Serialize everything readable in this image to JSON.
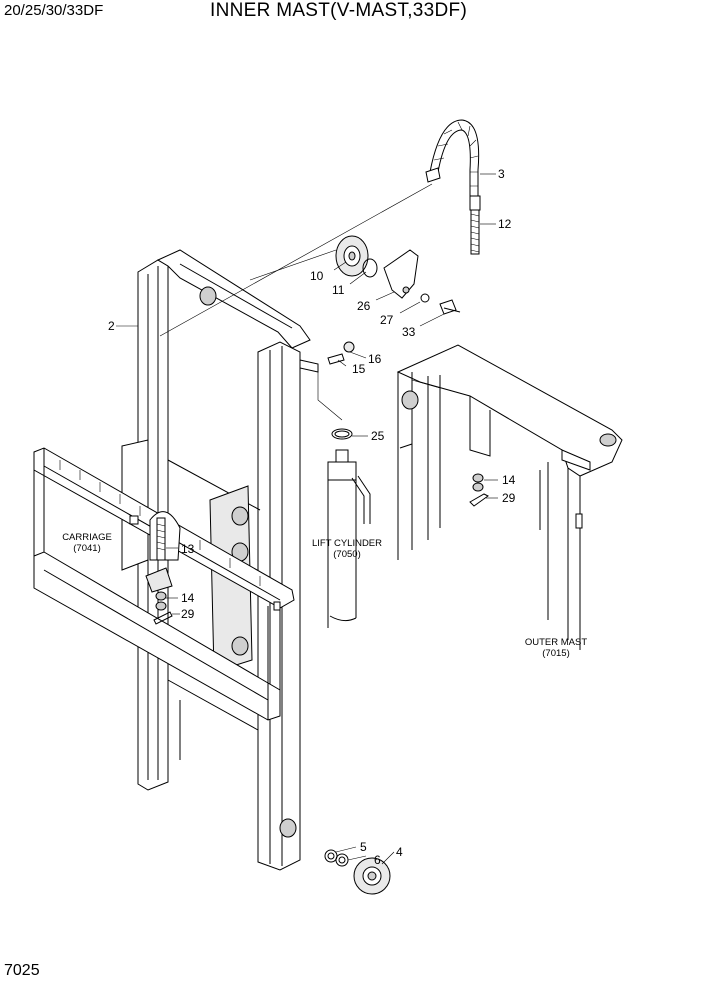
{
  "header": {
    "model": "20/25/30/33DF",
    "title": "INNER MAST(V-MAST,33DF)"
  },
  "page_number": "7025",
  "callouts": {
    "c3": "3",
    "c12": "12",
    "c10": "10",
    "c11": "11",
    "c26": "26",
    "c27": "27",
    "c33": "33",
    "c2": "2",
    "c16": "16",
    "c15": "15",
    "c25": "25",
    "c14a": "14",
    "c29a": "29",
    "c13": "13",
    "c14b": "14",
    "c29b": "29",
    "c5": "5",
    "c6": "6",
    "c4": "4"
  },
  "references": {
    "carriage": {
      "name": "CARRIAGE",
      "code": "(7041)"
    },
    "lift_cylinder": {
      "name": "LIFT CYLINDER",
      "code": "(7050)"
    },
    "outer_mast": {
      "name": "OUTER MAST",
      "code": "(7015)"
    }
  }
}
